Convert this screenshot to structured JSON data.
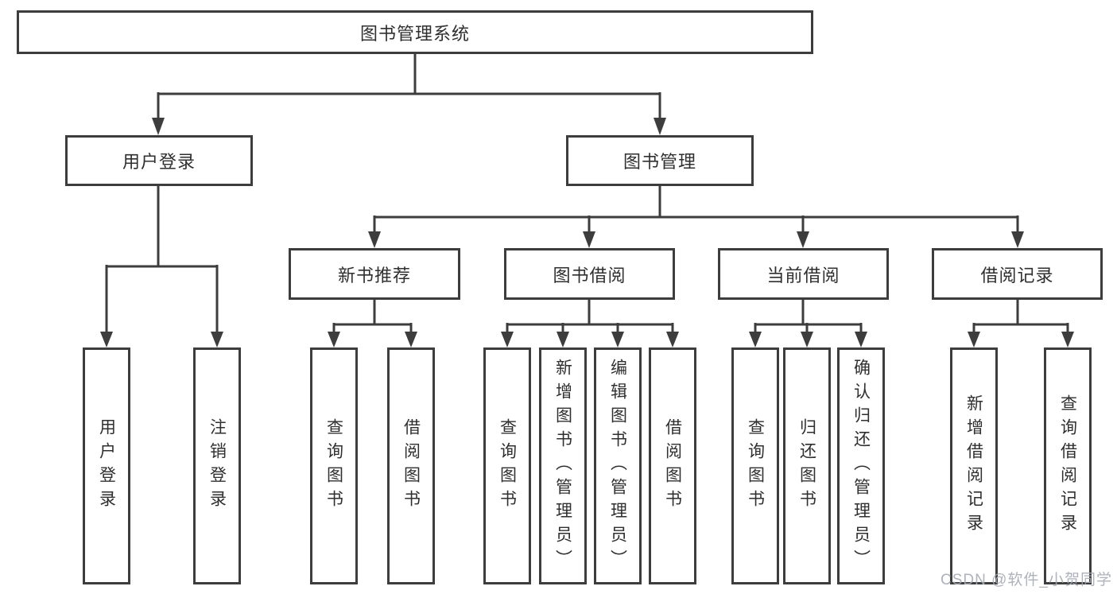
{
  "diagram": {
    "type": "hierarchy-tree",
    "colors": {
      "line": "#3d3d3d",
      "box_border": "#3d3d3d",
      "box_fill": "#ffffff",
      "text": "#2f2f2f",
      "watermark": "#a4aab4",
      "background": "#ffffff"
    },
    "watermark": "CSDN @软件_小贺同学",
    "root": {
      "label": "图书管理系统"
    },
    "level2": [
      {
        "label": "用户登录"
      },
      {
        "label": "图书管理"
      }
    ],
    "level3": [
      {
        "label": "新书推荐",
        "parent": "图书管理"
      },
      {
        "label": "图书借阅",
        "parent": "图书管理"
      },
      {
        "label": "当前借阅",
        "parent": "图书管理"
      },
      {
        "label": "借阅记录",
        "parent": "图书管理"
      }
    ],
    "leaves": [
      {
        "label": "用户登录",
        "parent": "用户登录"
      },
      {
        "label": "注销登录",
        "parent": "用户登录"
      },
      {
        "label": "查询图书",
        "parent": "新书推荐"
      },
      {
        "label": "借阅图书",
        "parent": "新书推荐"
      },
      {
        "label": "查询图书",
        "parent": "图书借阅"
      },
      {
        "label": "新增图书（管理员）",
        "parent": "图书借阅"
      },
      {
        "label": "编辑图书（管理员）",
        "parent": "图书借阅"
      },
      {
        "label": "借阅图书",
        "parent": "图书借阅"
      },
      {
        "label": "查询图书",
        "parent": "当前借阅"
      },
      {
        "label": "归还图书",
        "parent": "当前借阅"
      },
      {
        "label": "确认归还（管理员）",
        "parent": "当前借阅"
      },
      {
        "label": "新增借阅记录",
        "parent": "借阅记录"
      },
      {
        "label": "查询借阅记录",
        "parent": "借阅记录"
      }
    ]
  }
}
